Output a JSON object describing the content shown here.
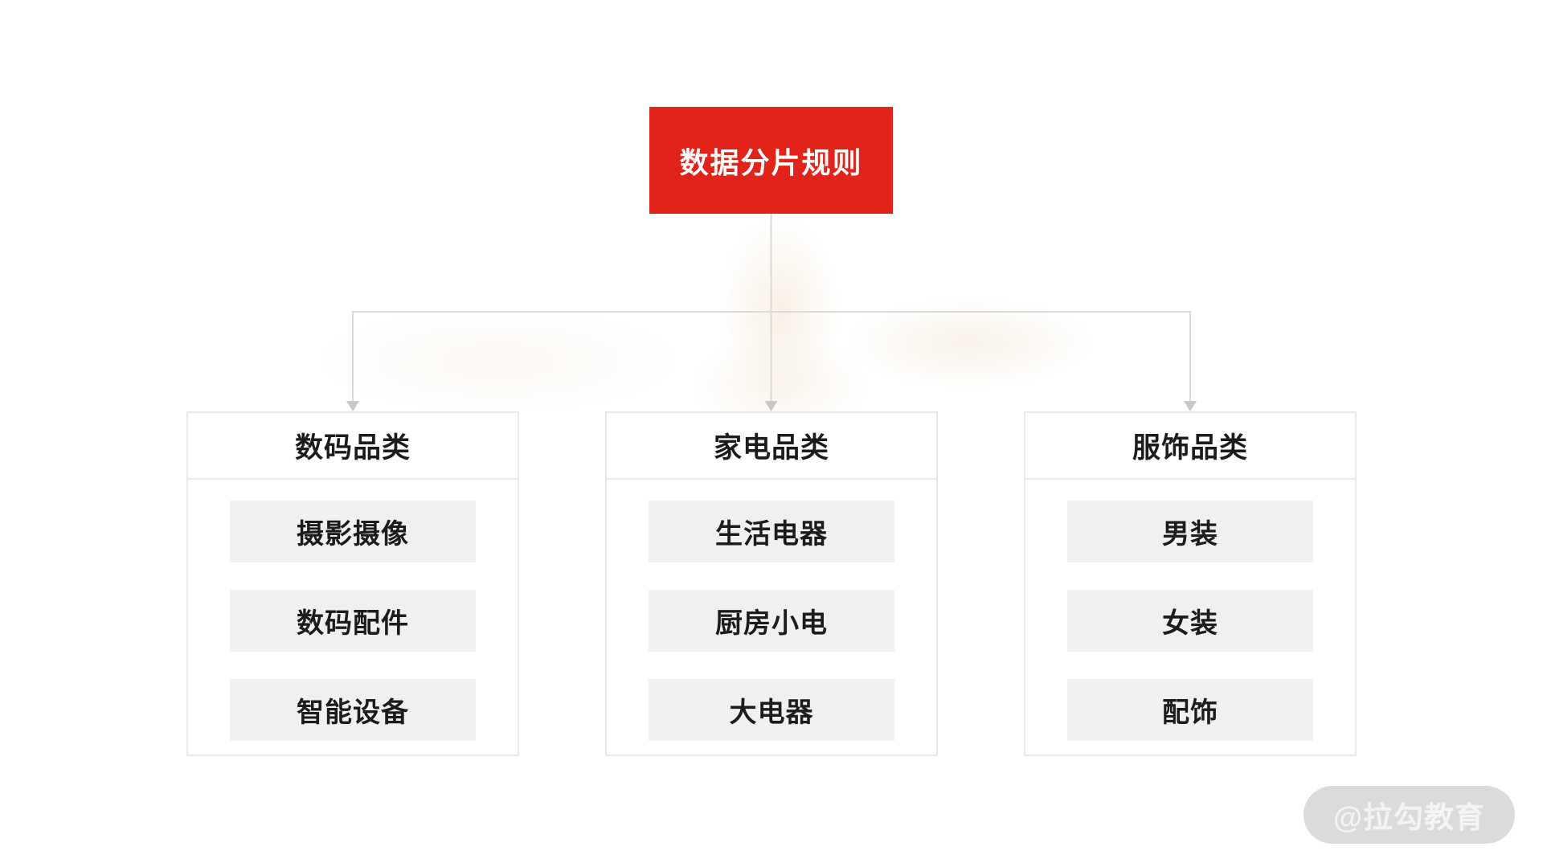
{
  "root": {
    "label": "数据分片规则"
  },
  "categories": [
    {
      "title": "数码品类",
      "items": [
        "摄影摄像",
        "数码配件",
        "智能设备"
      ]
    },
    {
      "title": "家电品类",
      "items": [
        "生活电器",
        "厨房小电",
        "大电器"
      ]
    },
    {
      "title": "服饰品类",
      "items": [
        "男装",
        "女装",
        "配饰"
      ]
    }
  ],
  "watermark": {
    "label": "@拉勾教育"
  },
  "colors": {
    "accent_red": "#E2231A",
    "node_text": "#FFFFFF",
    "category_text": "#1C1C1C",
    "item_bg": "#F0F0EF",
    "box_border": "#EAE9E8",
    "connector_line": "#D9D9D9",
    "arrowhead": "#C8C8C8",
    "watermark_bg": "#DBDBDB",
    "watermark_text": "#F4F4F4",
    "background": "#FFFFFF"
  }
}
